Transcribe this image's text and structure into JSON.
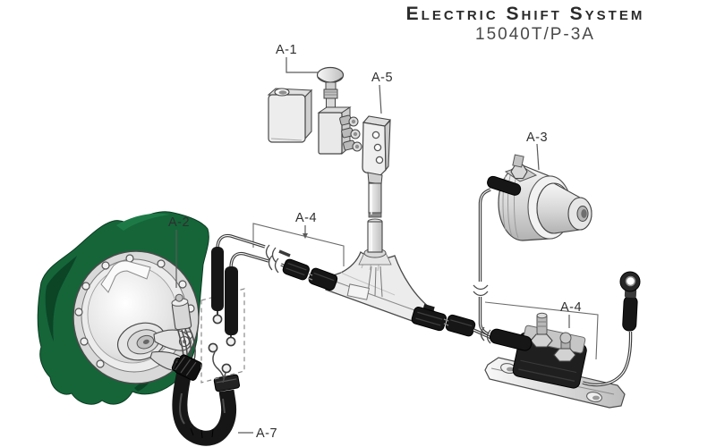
{
  "title": {
    "heading": "Electric Shift System",
    "model": "15040T/P-3A"
  },
  "labels": {
    "a1": "A-1",
    "a2": "A-2",
    "a3": "A-3",
    "a4_left": "A-4",
    "a4_right": "A-4",
    "a5": "A-5",
    "a7": "A-7"
  },
  "colors": {
    "cover_green": "#156539",
    "cover_green_dark": "#0b4526",
    "cover_green_light": "#1d7a47",
    "harness_black": "#161616",
    "line_gray": "#444444"
  }
}
